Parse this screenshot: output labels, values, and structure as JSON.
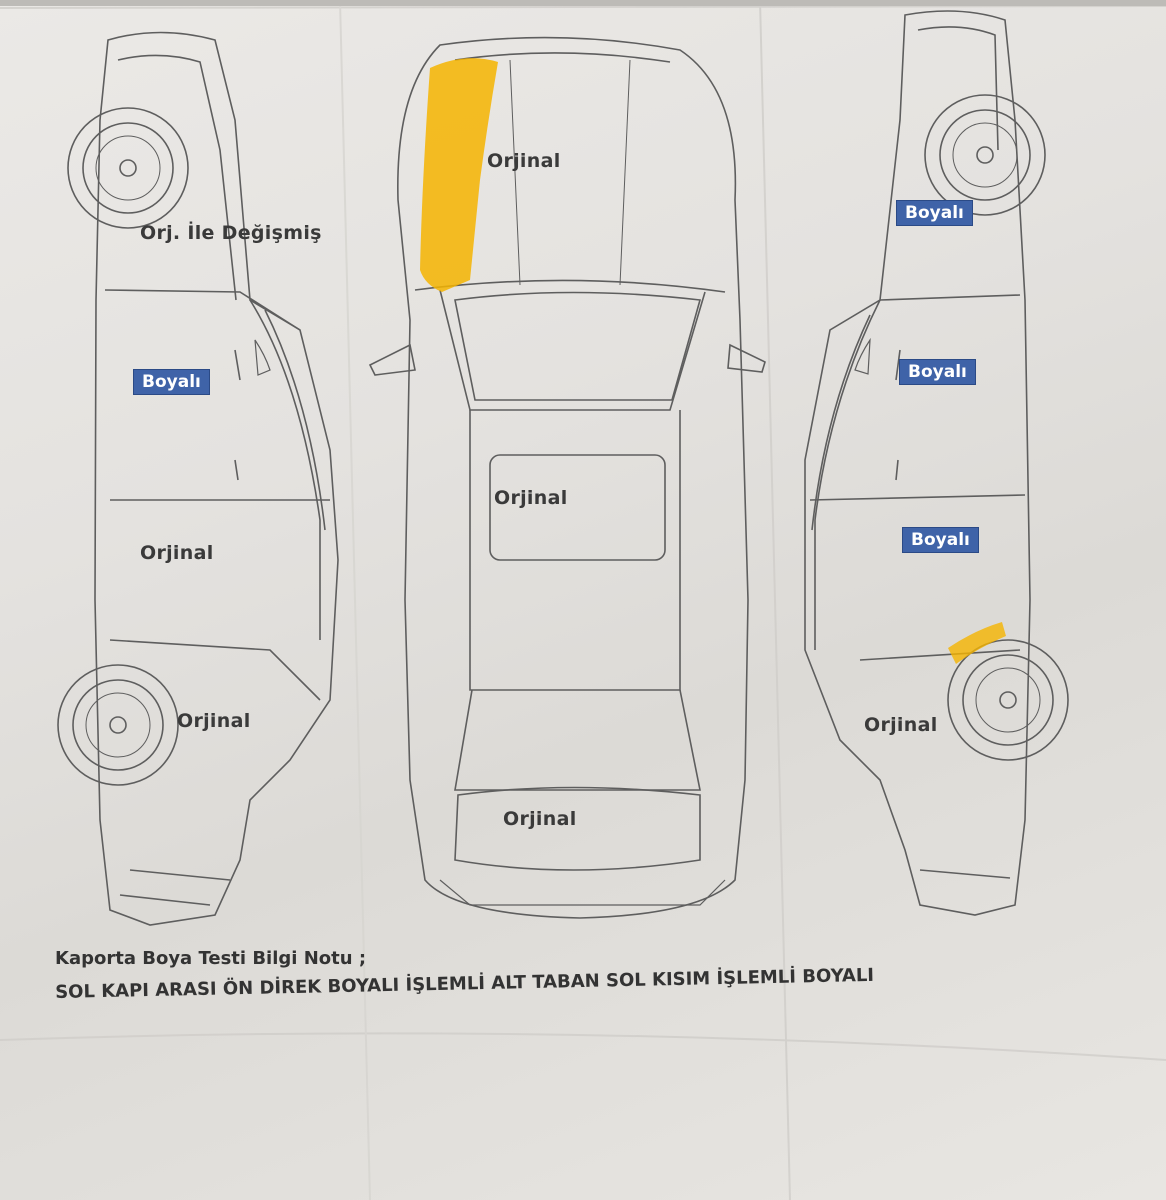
{
  "colors": {
    "paper": "#e6e4e1",
    "line": "#5e5e5e",
    "highlight": "#f5b400",
    "tag_bg": "#3f63a8",
    "tag_text": "#ffffff"
  },
  "left_view": {
    "front_fender": "Orj. İle Değişmiş",
    "front_door": "Boyalı",
    "rear_door": "Orjinal",
    "rear_fender": "Orjinal"
  },
  "top_view": {
    "hood": "Orjinal",
    "roof": "Orjinal",
    "trunk": "Orjinal"
  },
  "right_view": {
    "front_fender": "Boyalı",
    "front_door": "Boyalı",
    "rear_door": "Boyalı",
    "rear_fender": "Orjinal"
  },
  "notes": {
    "heading": "Kaporta  Boya  Testi  Bilgi Notu ;",
    "detail": "SOL KAPI ARASI ÖN DİREK BOYALI İŞLEMLİ ALT TABAN SOL KISIM İŞLEMLİ BOYALI"
  }
}
